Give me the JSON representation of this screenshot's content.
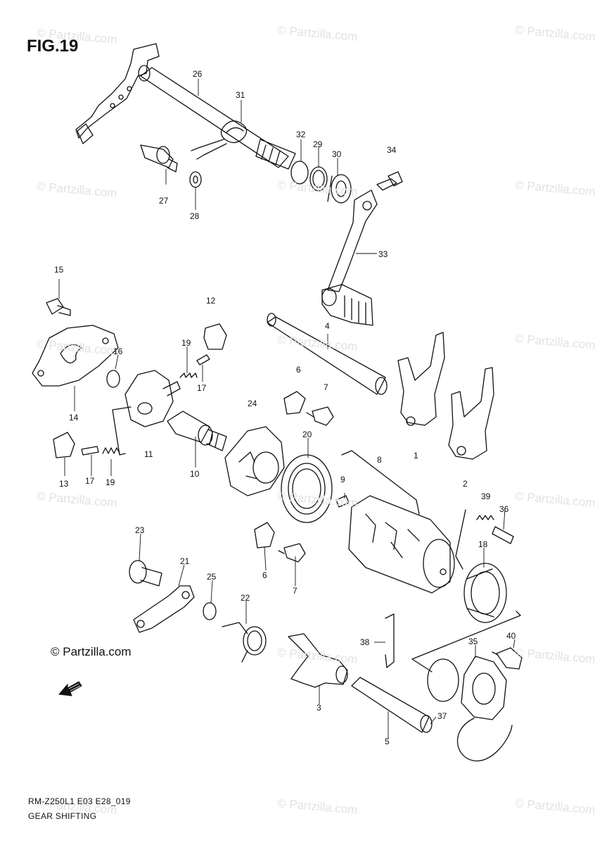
{
  "figure": {
    "title": "FIG.19"
  },
  "callouts": [
    {
      "id": "c26",
      "text": "26"
    },
    {
      "id": "c31",
      "text": "31"
    },
    {
      "id": "c32",
      "text": "32"
    },
    {
      "id": "c29",
      "text": "29"
    },
    {
      "id": "c30",
      "text": "30"
    },
    {
      "id": "c34",
      "text": "34"
    },
    {
      "id": "c27",
      "text": "27"
    },
    {
      "id": "c28",
      "text": "28"
    },
    {
      "id": "c33",
      "text": "33"
    },
    {
      "id": "c15",
      "text": "15"
    },
    {
      "id": "c12",
      "text": "12"
    },
    {
      "id": "c4",
      "text": "4"
    },
    {
      "id": "c16",
      "text": "16"
    },
    {
      "id": "c19a",
      "text": "19"
    },
    {
      "id": "c17a",
      "text": "17"
    },
    {
      "id": "c6a",
      "text": "6"
    },
    {
      "id": "c7a",
      "text": "7"
    },
    {
      "id": "c24",
      "text": "24"
    },
    {
      "id": "c14",
      "text": "14"
    },
    {
      "id": "c11",
      "text": "11"
    },
    {
      "id": "c20",
      "text": "20"
    },
    {
      "id": "c8",
      "text": "8"
    },
    {
      "id": "c1",
      "text": "1"
    },
    {
      "id": "c10",
      "text": "10"
    },
    {
      "id": "c13",
      "text": "13"
    },
    {
      "id": "c17b",
      "text": "17"
    },
    {
      "id": "c19b",
      "text": "19"
    },
    {
      "id": "c9",
      "text": "9"
    },
    {
      "id": "c2",
      "text": "2"
    },
    {
      "id": "c39",
      "text": "39"
    },
    {
      "id": "c36",
      "text": "36"
    },
    {
      "id": "c23",
      "text": "23"
    },
    {
      "id": "c21",
      "text": "21"
    },
    {
      "id": "c18",
      "text": "18"
    },
    {
      "id": "c6b",
      "text": "6"
    },
    {
      "id": "c7b",
      "text": "7"
    },
    {
      "id": "c25",
      "text": "25"
    },
    {
      "id": "c22",
      "text": "22"
    },
    {
      "id": "c38",
      "text": "38"
    },
    {
      "id": "c35",
      "text": "35"
    },
    {
      "id": "c40",
      "text": "40"
    },
    {
      "id": "c3",
      "text": "3"
    },
    {
      "id": "c37",
      "text": "37"
    },
    {
      "id": "c5",
      "text": "5"
    }
  ],
  "brand": {
    "text": "© Partzilla.com"
  },
  "watermark": {
    "text": "© Partzilla.com"
  },
  "footer": {
    "code": "RM-Z250L1 E03 E28_019",
    "section": "GEAR SHIFTING"
  }
}
